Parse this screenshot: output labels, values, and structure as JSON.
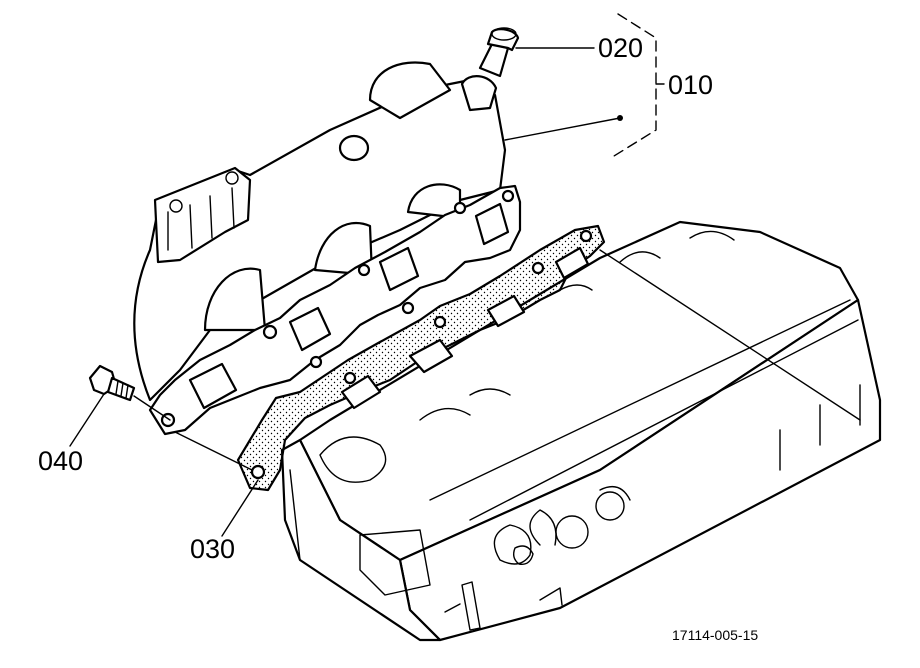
{
  "callouts": {
    "part_010": "010",
    "part_020": "020",
    "part_030": "030",
    "part_040": "040"
  },
  "figure_number": "17114-005-15",
  "colors": {
    "ink": "#000000",
    "paper": "#ffffff"
  }
}
